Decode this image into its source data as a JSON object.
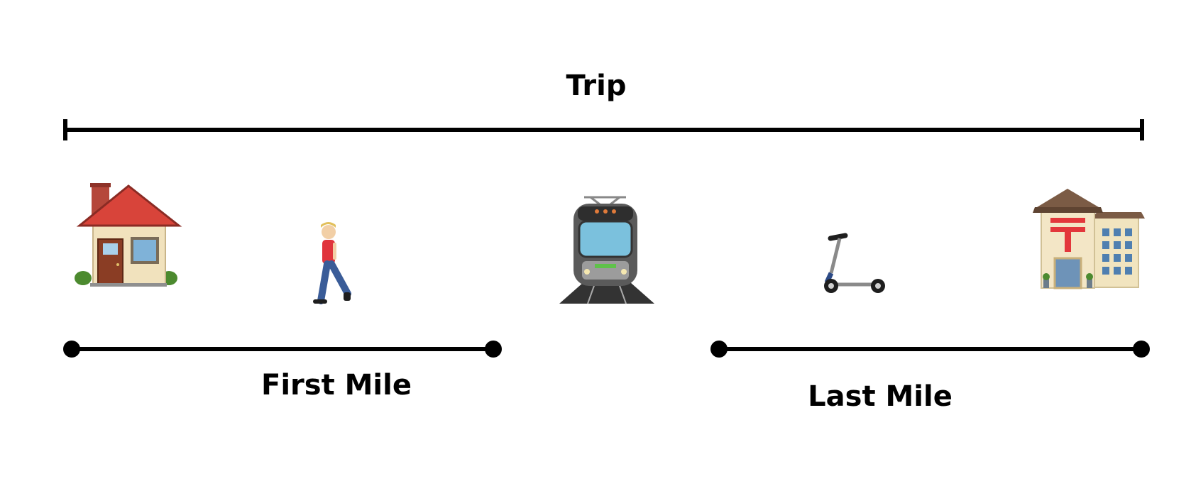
{
  "diagram": {
    "title": "Trip",
    "first_segment_label": "First Mile",
    "last_segment_label": "Last Mile",
    "icons": [
      "house-icon",
      "walking-person-icon",
      "tram-icon",
      "kick-scooter-icon",
      "post-office-icon"
    ],
    "colors": {
      "line": "#000000",
      "background": "#ffffff"
    }
  }
}
